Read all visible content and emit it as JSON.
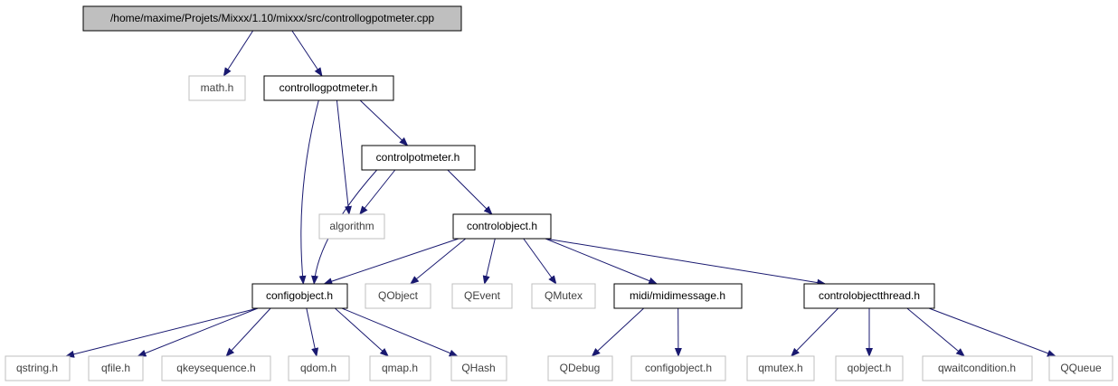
{
  "colors": {
    "edge": "#191970",
    "root_fill": "#bfbfbf",
    "node_border": "#000000",
    "external_border": "#bfbfbf",
    "external_text": "#404040",
    "text": "#000000",
    "background": "#ffffff"
  },
  "nodes": {
    "root": {
      "label": "/home/maxime/Projets/Mixxx/1.10/mixxx/src/controllogpotmeter.cpp",
      "kind": "root"
    },
    "math_h": {
      "label": "math.h",
      "kind": "external"
    },
    "controllogpotmeter_h": {
      "label": "controllogpotmeter.h",
      "kind": "internal"
    },
    "controlpotmeter_h": {
      "label": "controlpotmeter.h",
      "kind": "internal"
    },
    "algorithm": {
      "label": "algorithm",
      "kind": "external"
    },
    "controlobject_h": {
      "label": "controlobject.h",
      "kind": "internal"
    },
    "configobject_h": {
      "label": "configobject.h",
      "kind": "internal"
    },
    "qobject_cap": {
      "label": "QObject",
      "kind": "external"
    },
    "qevent": {
      "label": "QEvent",
      "kind": "external"
    },
    "qmutex_cap": {
      "label": "QMutex",
      "kind": "external"
    },
    "midimessage_h": {
      "label": "midi/midimessage.h",
      "kind": "internal"
    },
    "controlobjectthread_h": {
      "label": "controlobjectthread.h",
      "kind": "internal"
    },
    "qstring_h": {
      "label": "qstring.h",
      "kind": "external"
    },
    "qfile_h": {
      "label": "qfile.h",
      "kind": "external"
    },
    "qkeysequence_h": {
      "label": "qkeysequence.h",
      "kind": "external"
    },
    "qdom_h": {
      "label": "qdom.h",
      "kind": "external"
    },
    "qmap_h": {
      "label": "qmap.h",
      "kind": "external"
    },
    "qhash": {
      "label": "QHash",
      "kind": "external"
    },
    "qdebug": {
      "label": "QDebug",
      "kind": "external"
    },
    "configobject_h_2": {
      "label": "configobject.h",
      "kind": "external"
    },
    "qmutex_h": {
      "label": "qmutex.h",
      "kind": "external"
    },
    "qobject_h": {
      "label": "qobject.h",
      "kind": "external"
    },
    "qwaitcondition_h": {
      "label": "qwaitcondition.h",
      "kind": "external"
    },
    "qqueue": {
      "label": "QQueue",
      "kind": "external"
    }
  },
  "edges": [
    [
      "root",
      "math_h"
    ],
    [
      "root",
      "controllogpotmeter_h"
    ],
    [
      "controllogpotmeter_h",
      "controlpotmeter_h"
    ],
    [
      "controllogpotmeter_h",
      "algorithm"
    ],
    [
      "controllogpotmeter_h",
      "configobject_h"
    ],
    [
      "controlpotmeter_h",
      "algorithm"
    ],
    [
      "controlpotmeter_h",
      "controlobject_h"
    ],
    [
      "controlpotmeter_h",
      "configobject_h"
    ],
    [
      "controlobject_h",
      "configobject_h"
    ],
    [
      "controlobject_h",
      "qobject_cap"
    ],
    [
      "controlobject_h",
      "qevent"
    ],
    [
      "controlobject_h",
      "qmutex_cap"
    ],
    [
      "controlobject_h",
      "midimessage_h"
    ],
    [
      "controlobject_h",
      "controlobjectthread_h"
    ],
    [
      "configobject_h",
      "qstring_h"
    ],
    [
      "configobject_h",
      "qfile_h"
    ],
    [
      "configobject_h",
      "qkeysequence_h"
    ],
    [
      "configobject_h",
      "qdom_h"
    ],
    [
      "configobject_h",
      "qmap_h"
    ],
    [
      "configobject_h",
      "qhash"
    ],
    [
      "midimessage_h",
      "qdebug"
    ],
    [
      "midimessage_h",
      "configobject_h_2"
    ],
    [
      "controlobjectthread_h",
      "qmutex_h"
    ],
    [
      "controlobjectthread_h",
      "qobject_h"
    ],
    [
      "controlobjectthread_h",
      "qwaitcondition_h"
    ],
    [
      "controlobjectthread_h",
      "qqueue"
    ]
  ]
}
